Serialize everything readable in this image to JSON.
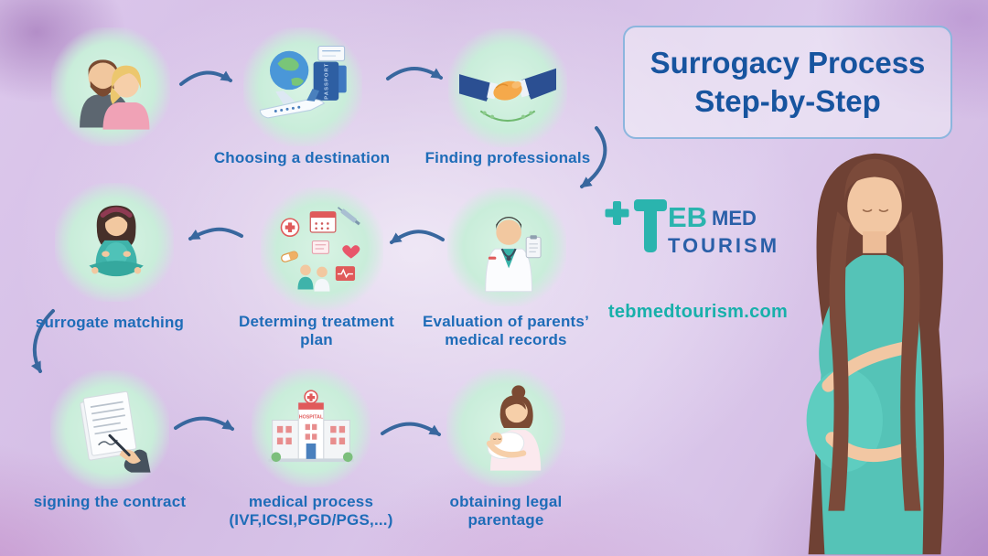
{
  "title": {
    "line1": "Surrogacy Process",
    "line2": "Step-by-Step"
  },
  "brand": {
    "logo_eb": "EB",
    "logo_med": "MED",
    "logo_tourism": "TOURISM",
    "website": "tebmedtourism.com"
  },
  "steps": [
    {
      "name": "intended-parents",
      "icon": "couple-illustration",
      "label_lines": []
    },
    {
      "name": "choosing-destination",
      "icon": "globe-plane-passport-illustration",
      "label_lines": [
        "Choosing a destination"
      ]
    },
    {
      "name": "finding-professionals",
      "icon": "handshake-illustration",
      "label_lines": [
        "Finding professionals"
      ]
    },
    {
      "name": "evaluation-of-medical-records",
      "icon": "doctor-illustration",
      "label_lines": [
        "Evaluation of parents’",
        "medical records"
      ]
    },
    {
      "name": "determining-treatment-plan",
      "icon": "medical-icons-illustration",
      "label_lines": [
        "Determing treatment",
        "plan"
      ]
    },
    {
      "name": "surrogate-matching",
      "icon": "pregnant-woman-sitting-illustration",
      "label_lines": [
        "surrogate matching"
      ]
    },
    {
      "name": "signing-the-contract",
      "icon": "contract-signing-illustration",
      "label_lines": [
        "signing the contract"
      ]
    },
    {
      "name": "medical-process",
      "icon": "hospital-illustration",
      "label_lines": [
        "medical process",
        "(IVF,ICSI,PGD/PGS,...)"
      ]
    },
    {
      "name": "obtaining-legal-parentage",
      "icon": "mother-baby-illustration",
      "label_lines": [
        "obtaining legal",
        "parentage"
      ]
    }
  ],
  "illustration_texts": {
    "passport": "PASSPORT",
    "hospital_sign": "HOSPITAL"
  },
  "colors": {
    "label_blue": "#1e6cb8",
    "title_blue": "#17549f",
    "teal": "#17b0aa",
    "arrow_blue": "#38679e",
    "bubble_mint": "#c9edda"
  }
}
